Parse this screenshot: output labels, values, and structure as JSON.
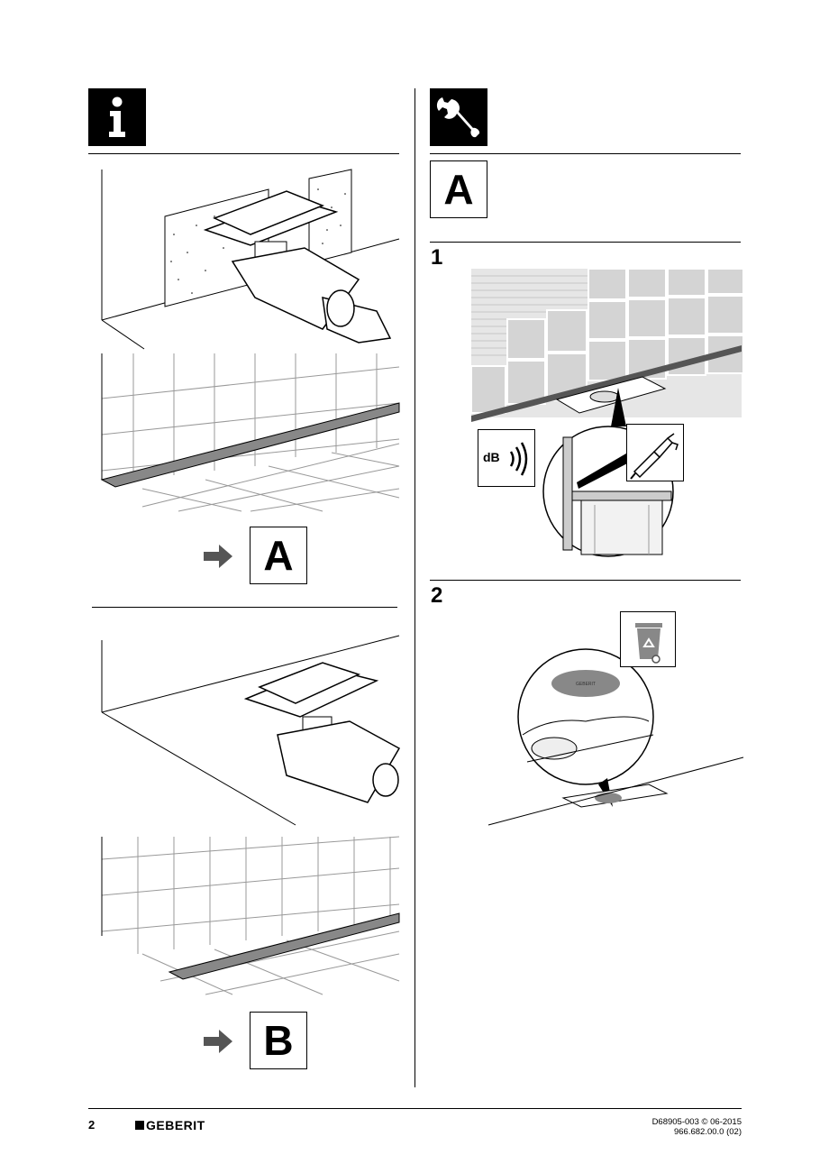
{
  "left_column": {
    "info_icon": "info-icon",
    "variant_a_label": "A",
    "variant_b_label": "B",
    "arrow_icon": "arrow-right-icon"
  },
  "right_column": {
    "tool_icon": "wrench-icon",
    "section_label": "A",
    "steps": [
      {
        "number": "1",
        "icons": [
          "db-sound-icon",
          "caulking-gun-icon"
        ]
      },
      {
        "number": "2",
        "icons": [
          "recycling-bin-icon"
        ]
      }
    ],
    "sound_label": "dB",
    "cap_logo_text": "GEBERIT"
  },
  "footer": {
    "page_number": "2",
    "brand": "GEBERIT",
    "doc_code": "D68905-003 © 06-2015",
    "part_number": "966.682.00.0 (02)"
  }
}
